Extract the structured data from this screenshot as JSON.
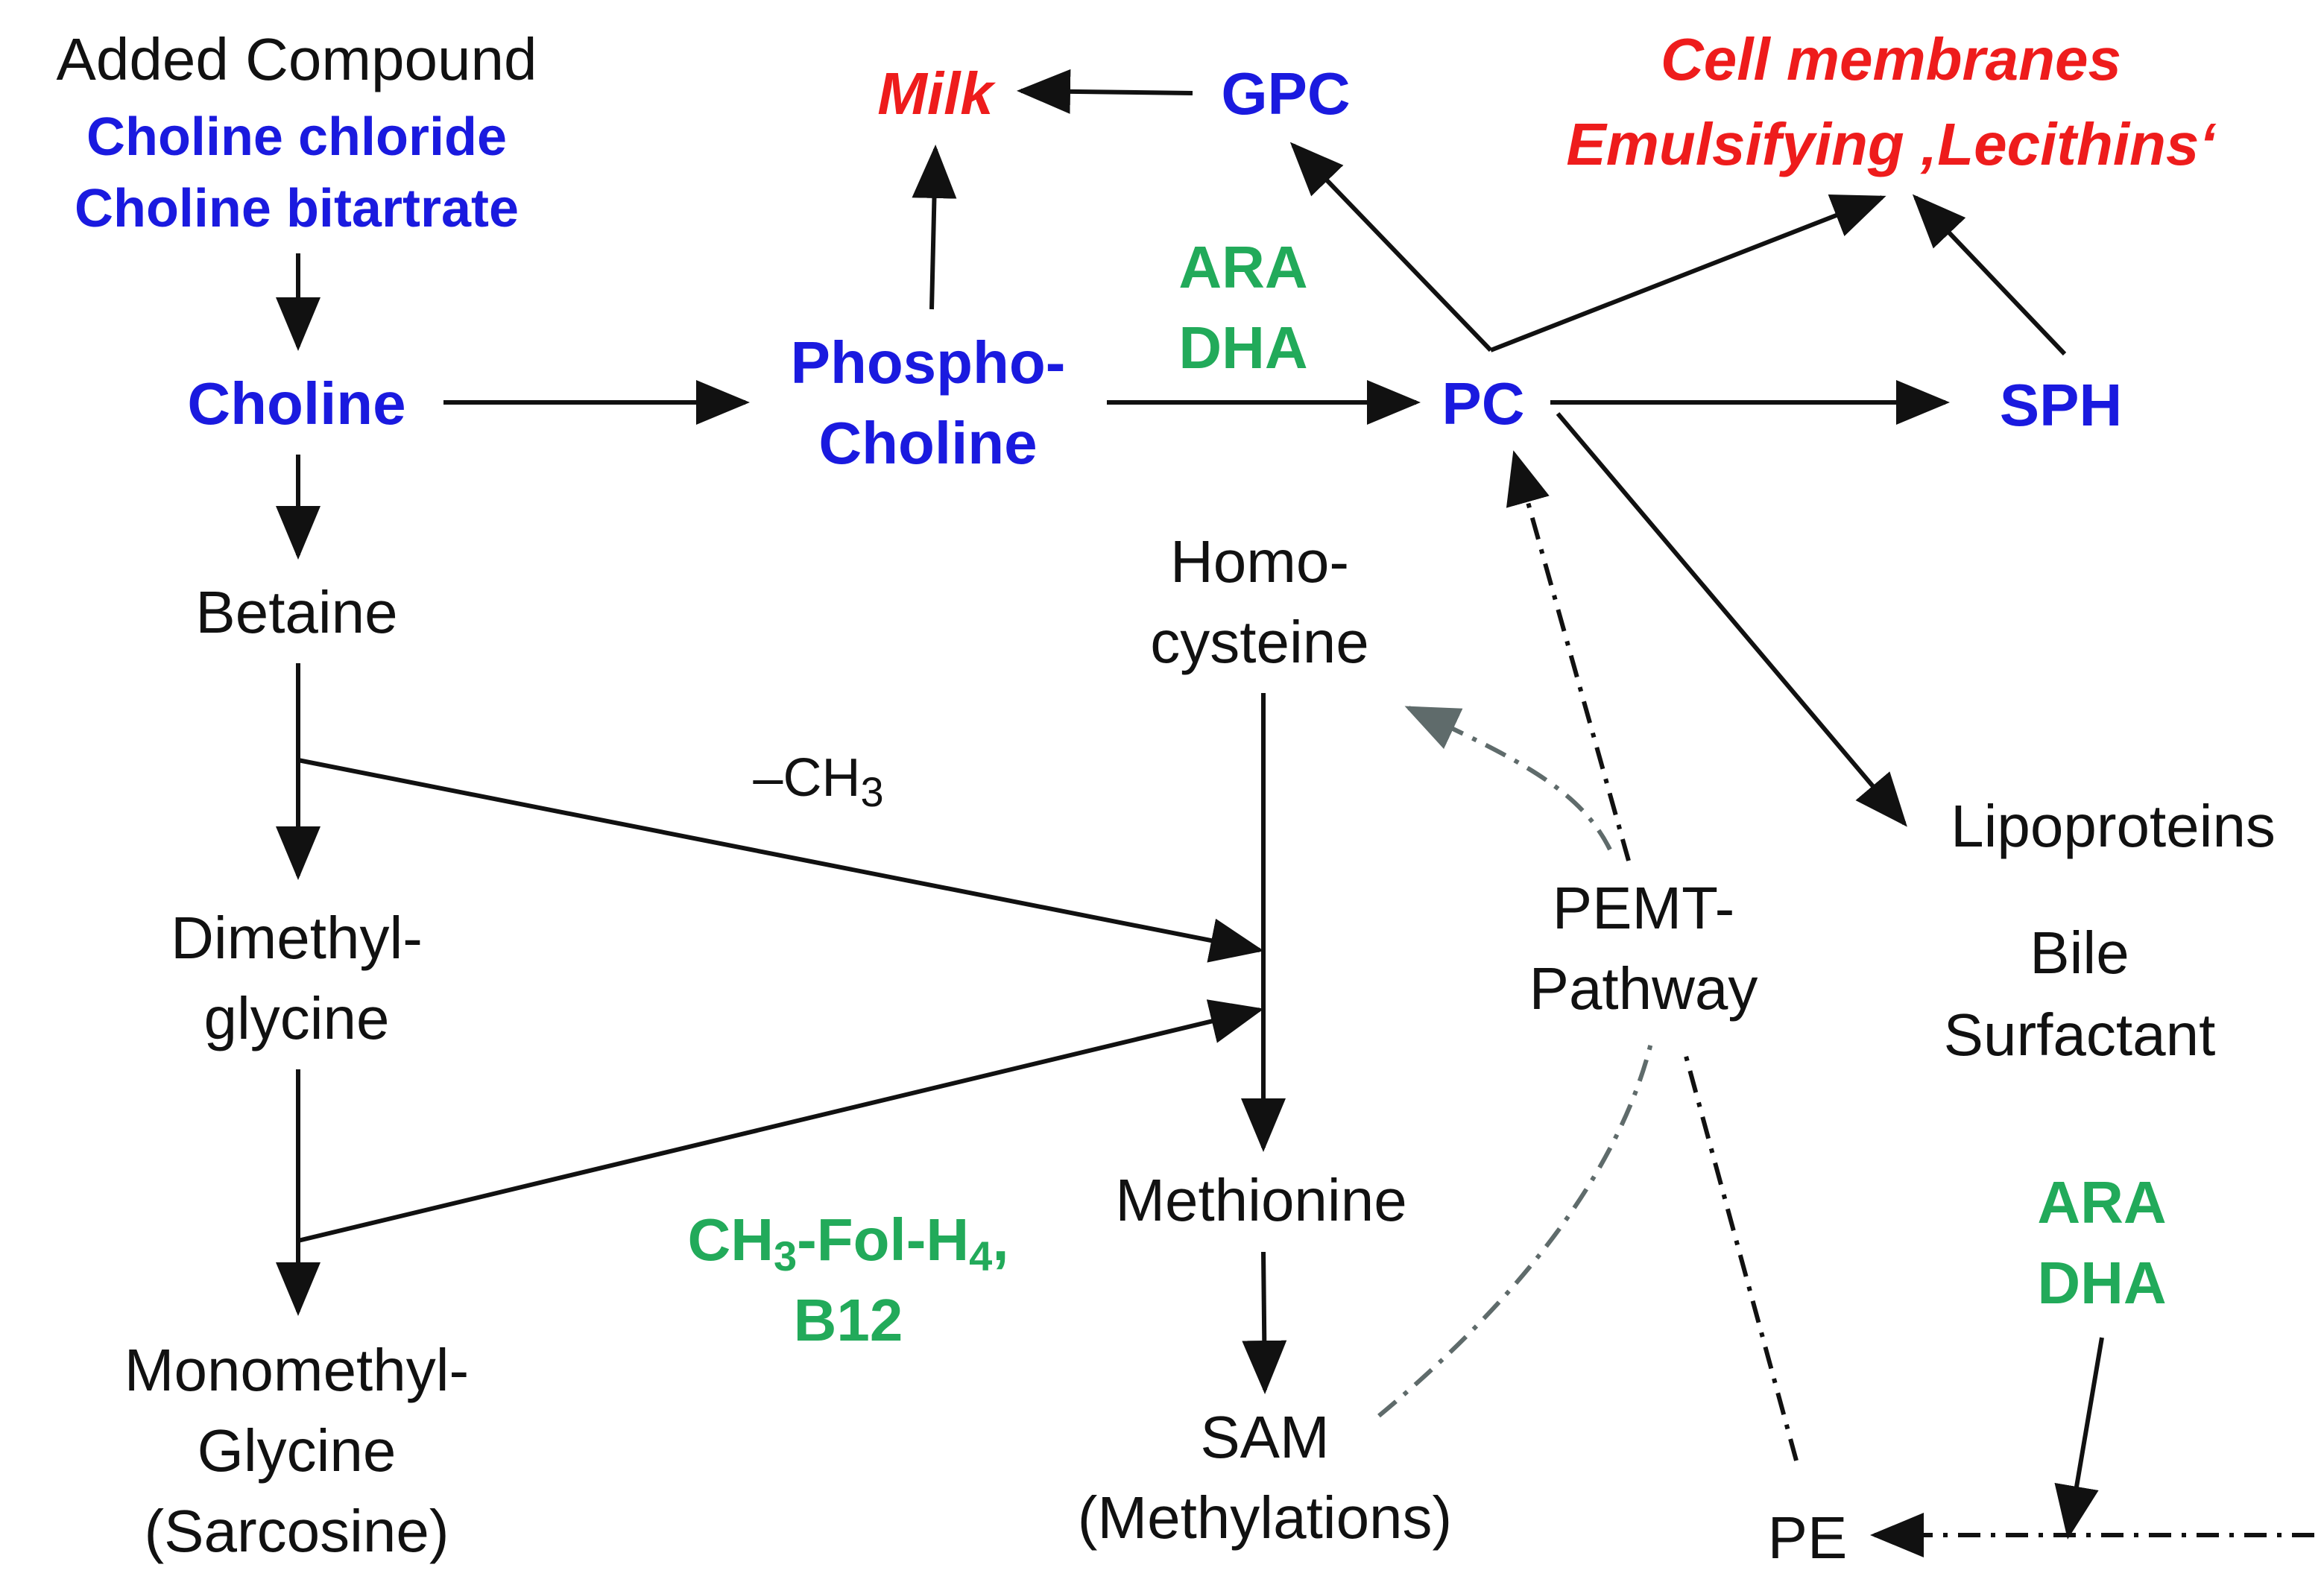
{
  "colors": {
    "compound": "#1a1adf",
    "outcome": "#ee1c1c",
    "cofactor": "#22aa5a",
    "text": "#111111",
    "grey_path": "#5f6b6b"
  },
  "labels": {
    "added_compound": "Added Compound",
    "choline_chloride": "Choline chloride",
    "choline_bitartrate": "Choline bitartrate",
    "choline": "Choline",
    "betaine": "Betaine",
    "dimethylglycine_1": "Dimethyl-",
    "dimethylglycine_2": "glycine",
    "monomethyl_1": "Monomethyl-",
    "monomethyl_2": "Glycine",
    "monomethyl_3": "(Sarcosine)",
    "milk": "Milk",
    "gpc": "GPC",
    "phospho_1": "Phospho-",
    "phospho_2": "Choline",
    "ara_top": "ARA",
    "dha_top": "DHA",
    "pc": "PC",
    "cell_membranes": "Cell membranes",
    "emulsifying": "Emulsifying ‚Lecithins‘",
    "sph": "SPH",
    "homocysteine_1": "Homo-",
    "homocysteine_2": "cysteine",
    "ch3_prefix": "–CH",
    "ch3_sub": "3",
    "methionine": "Methionine",
    "sam_1": "SAM",
    "sam_2": "(Methylations)",
    "cofactor_ch3": "CH",
    "cofactor_sub3": "3",
    "cofactor_fol": "-Fol-H",
    "cofactor_sub4": "4",
    "cofactor_comma": ",",
    "b12": "B12",
    "pemt_1": "PEMT-",
    "pemt_2": "Pathway",
    "lipoproteins": "Lipoproteins",
    "bile": "Bile",
    "surfactant": "Surfactant",
    "ara_bottom": "ARA",
    "dha_bottom": "DHA",
    "pe": "PE"
  }
}
